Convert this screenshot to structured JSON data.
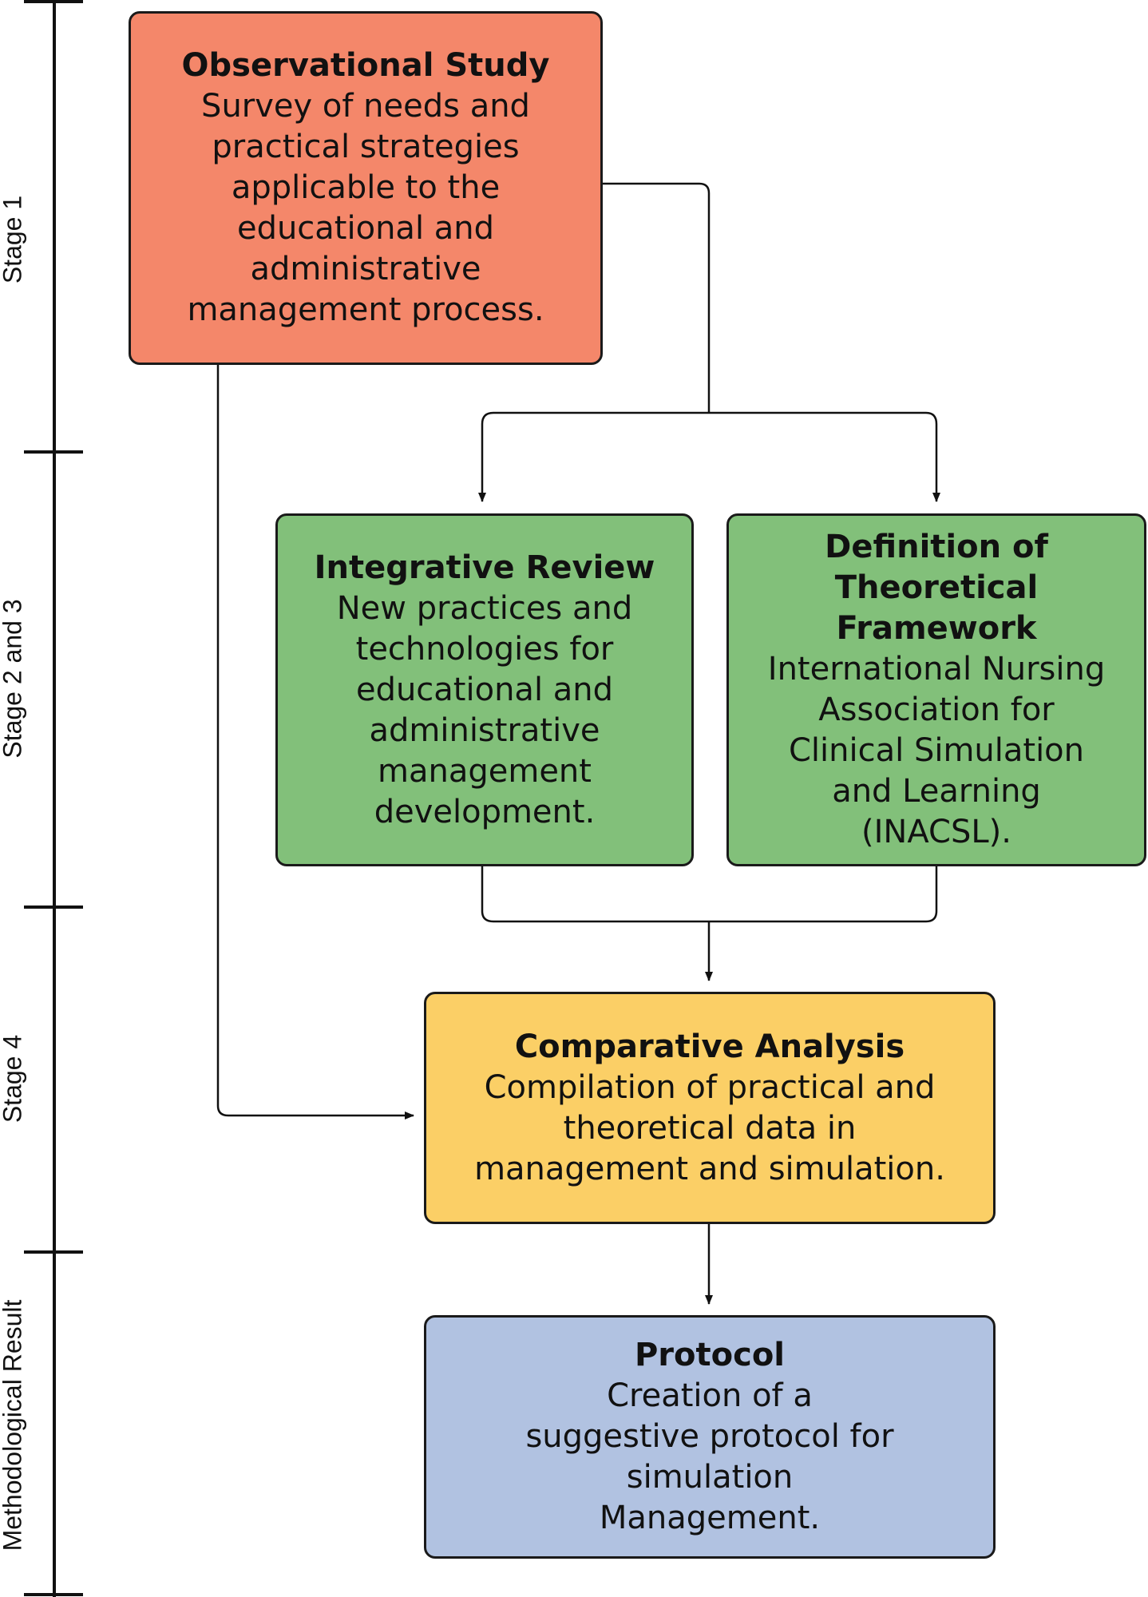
{
  "stages": {
    "stage1": "Stage 1",
    "stage23": "Stage 2 and 3",
    "stage4": "Stage  4",
    "result": "Methodological Result"
  },
  "boxes": {
    "observational": {
      "title": "Observational Study",
      "body": "Survey of needs and practical strategies applicable to the educational and administrative management process."
    },
    "integrative": {
      "title": "Integrative Review",
      "body": "New practices and technologies for educational and administrative management development."
    },
    "definition": {
      "title": "Definition of Theoretical Framework",
      "body": "International Nursing Association for Clinical Simulation and Learning (INACSL)."
    },
    "comparative": {
      "title": "Comparative Analysis",
      "body": "Compilation of practical and theoretical data in management and simulation."
    },
    "protocol": {
      "title": "Protocol",
      "body": "Creation of a suggestive protocol for simulation Management."
    }
  },
  "colors": {
    "observational": "#f4876a",
    "review": "#82c07a",
    "comparative": "#fbcf66",
    "protocol": "#b1c2e1"
  }
}
